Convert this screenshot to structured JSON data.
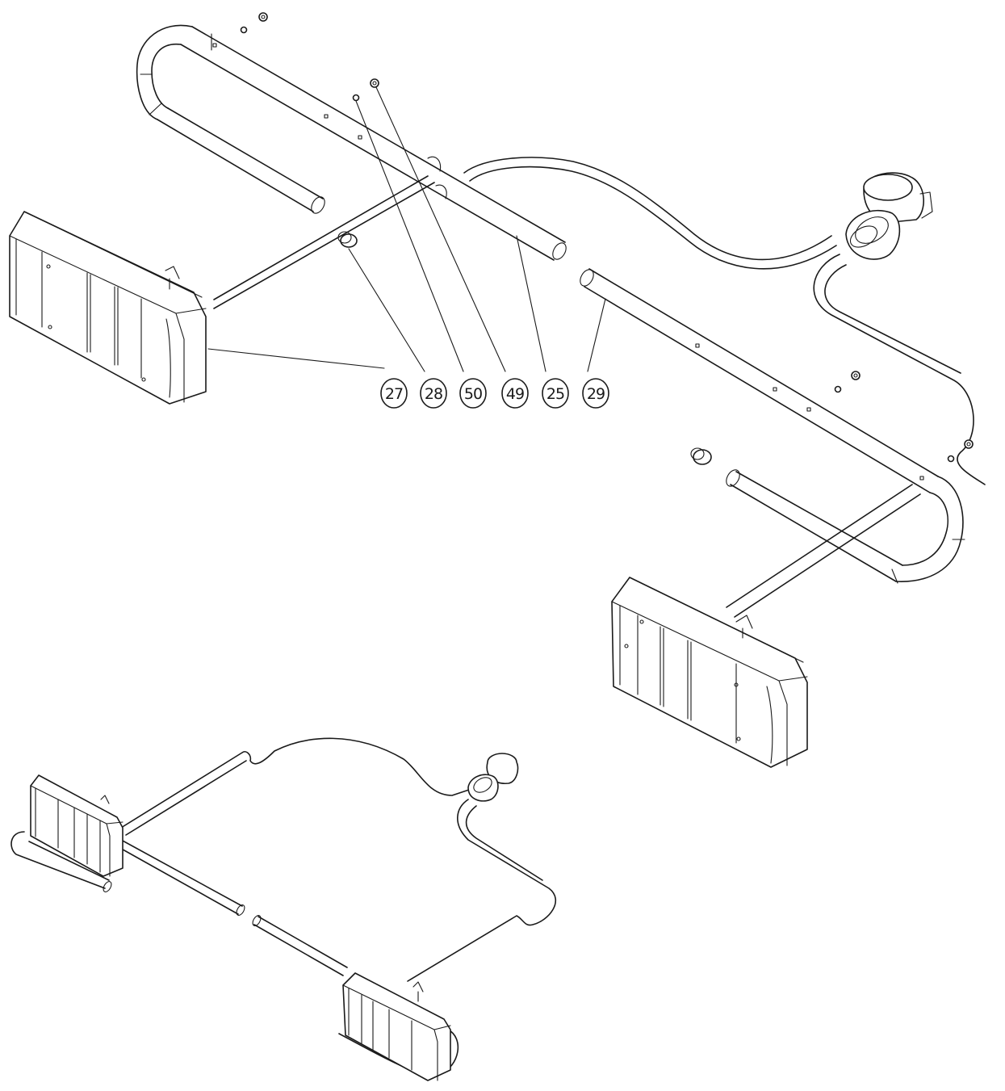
{
  "callouts": [
    {
      "label": "27"
    },
    {
      "label": "28"
    },
    {
      "label": "50"
    },
    {
      "label": "49"
    },
    {
      "label": "25"
    },
    {
      "label": "29"
    }
  ],
  "colors": {
    "line": "#1a1a1a",
    "background": "#ffffff"
  }
}
